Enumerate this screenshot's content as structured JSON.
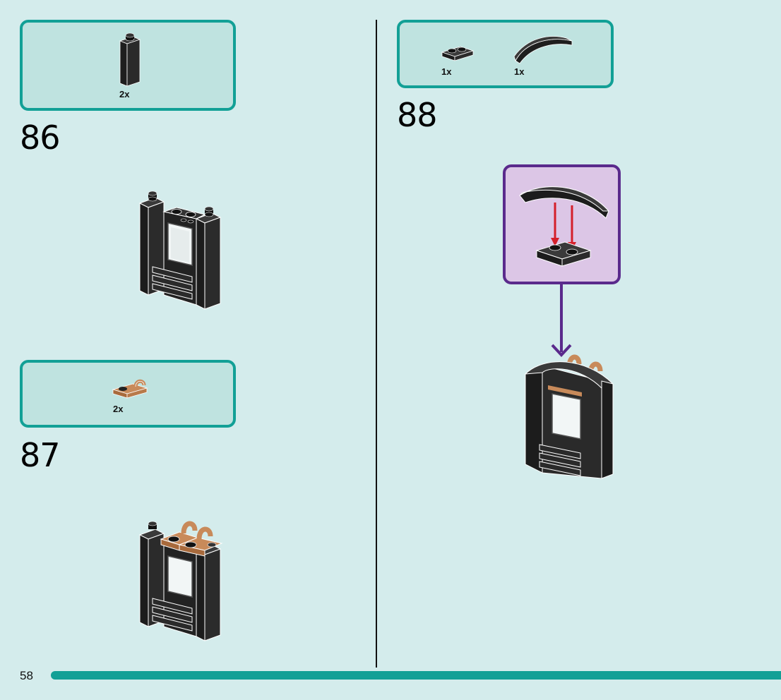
{
  "page": {
    "number": "58"
  },
  "steps": [
    {
      "number": "86",
      "parts": [
        {
          "name": "black-1x1x3-brick",
          "qty": "2x"
        }
      ]
    },
    {
      "number": "87",
      "parts": [
        {
          "name": "tan-clip-plate",
          "qty": "2x"
        }
      ]
    },
    {
      "number": "88",
      "parts": [
        {
          "name": "black-1x2-plate",
          "qty": "1x"
        },
        {
          "name": "black-curved-arch",
          "qty": "1x"
        }
      ]
    }
  ],
  "colors": {
    "background": "#d4ecec",
    "parts_box_border": "#12a096",
    "callout_border": "#5a2a8c",
    "arrow": "#d41f2a"
  }
}
